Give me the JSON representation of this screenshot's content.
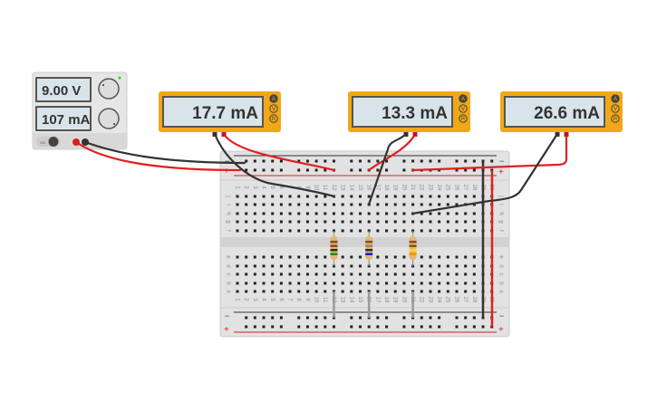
{
  "power_supply": {
    "voltage": "9.00 V",
    "current": "107 mA",
    "on_label": "ON",
    "colors": {
      "body": "#e6e6e6",
      "lcd": "#d9e4ea",
      "positive": "#d62020",
      "negative": "#333333"
    }
  },
  "multimeters": [
    {
      "reading": "17.7 mA",
      "modes": [
        "A",
        "V",
        "R"
      ],
      "active_mode": "A"
    },
    {
      "reading": "13.3 mA",
      "modes": [
        "A",
        "V",
        "R"
      ],
      "active_mode": "A"
    },
    {
      "reading": "26.6 mA",
      "modes": [
        "A",
        "V",
        "R"
      ],
      "active_mode": "A"
    }
  ],
  "breadboard": {
    "rail_minus": "−",
    "rail_plus": "+",
    "rows_top": [
      "j",
      "i",
      "h",
      "g",
      "f"
    ],
    "rows_bottom": [
      "e",
      "d",
      "c",
      "b",
      "a"
    ],
    "columns": [
      "1",
      "2",
      "3",
      "4",
      "5",
      "6",
      "7",
      "8",
      "9",
      "10",
      "11",
      "12",
      "13",
      "14",
      "15",
      "16",
      "17",
      "18",
      "19",
      "20",
      "21",
      "22",
      "23",
      "24",
      "25",
      "26",
      "27",
      "28",
      "29",
      "30"
    ]
  },
  "resistors": [
    {
      "column": "12",
      "bands": [
        "#8b4a1c",
        "#8b4a1c",
        "#3a2a1a",
        "#1a8a1a"
      ]
    },
    {
      "column": "16",
      "bands": [
        "#8b4a1c",
        "#888888",
        "#3a2a1a",
        "#1020e0"
      ]
    },
    {
      "column": "21",
      "bands": [
        "#8b4a1c",
        "#8b4a1c",
        "#f0e020",
        "#ff8c00"
      ]
    }
  ],
  "colors": {
    "meter_body": "#f0a818",
    "wire_red": "#e02020",
    "wire_black": "#333333",
    "jumper": "#999999"
  }
}
